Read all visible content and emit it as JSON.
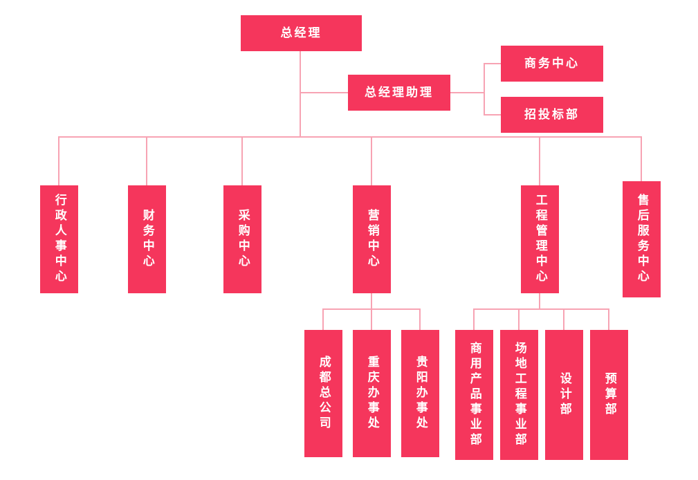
{
  "colors": {
    "box": "#f5365c",
    "line": "#f7a3b3",
    "text": "#ffffff",
    "background": "#ffffff"
  },
  "nodes": {
    "gm": {
      "label": "总经理"
    },
    "assistant": {
      "label": "总经理助理"
    },
    "business": {
      "label": "商务中心"
    },
    "bidding": {
      "label": "招投标部"
    },
    "admin_hr": {
      "label": "行政人事中心"
    },
    "finance": {
      "label": "财务中心"
    },
    "procurement": {
      "label": "采购中心"
    },
    "marketing": {
      "label": "营销中心"
    },
    "engineering": {
      "label": "工程管理中心"
    },
    "after_sales": {
      "label": "售后服务中心"
    },
    "chengdu": {
      "label": "成都总公司"
    },
    "chongqing": {
      "label": "重庆办事处"
    },
    "guiyang": {
      "label": "贵阳办事处"
    },
    "commercial": {
      "label": "商用产品事业部"
    },
    "site_eng": {
      "label": "场地工程事业部"
    },
    "design": {
      "label": "设计部"
    },
    "budget": {
      "label": "预算部"
    }
  },
  "hierarchy": [
    {
      "parent": "总经理",
      "children": [
        "总经理助理",
        "行政人事中心",
        "财务中心",
        "采购中心",
        "营销中心",
        "工程管理中心",
        "售后服务中心"
      ]
    },
    {
      "parent": "总经理助理",
      "children": [
        "商务中心",
        "招投标部"
      ]
    },
    {
      "parent": "营销中心",
      "children": [
        "成都总公司",
        "重庆办事处",
        "贵阳办事处"
      ]
    },
    {
      "parent": "工程管理中心",
      "children": [
        "商用产品事业部",
        "场地工程事业部",
        "设计部",
        "预算部"
      ]
    }
  ]
}
